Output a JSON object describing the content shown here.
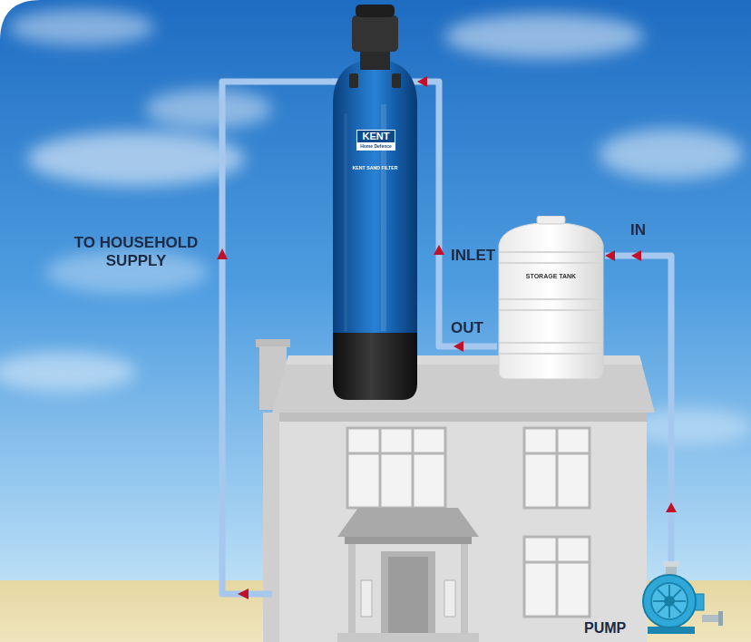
{
  "diagram": {
    "nodes": [
      {
        "text": [
          "KENT",
          "Home Defence",
          "KENT SAND FILTER"
        ]
      },
      {
        "text": [
          "STORAGE TANK"
        ]
      },
      {
        "text": [
          "PUMP"
        ]
      }
    ],
    "edges": [
      {
        "from": 2,
        "to": 1,
        "arrow": "to",
        "label": "IN"
      },
      {
        "from": 1,
        "to": 0,
        "arrow": "to",
        "label": "INLET"
      }
    ],
    "labels": [
      "TO HOUSEHOLD SUPPLY",
      "OUT"
    ]
  }
}
